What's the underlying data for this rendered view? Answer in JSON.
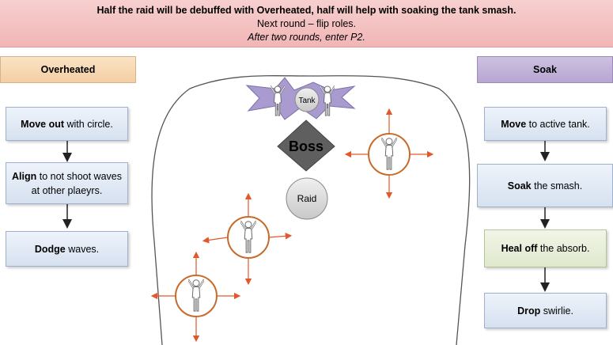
{
  "banner": {
    "line1": "Half the raid will be debuffed with Overheated, half will help with soaking the tank smash.",
    "line2": "Next round – flip roles.",
    "line3": "After two rounds, enter P2."
  },
  "left": {
    "header": "Overheated",
    "steps": [
      {
        "bold": "Move out",
        "rest": " with circle."
      },
      {
        "bold": "Align",
        "rest": " to not shoot waves at other plaeyrs."
      },
      {
        "bold": "Dodge",
        "rest": " waves."
      }
    ]
  },
  "right": {
    "header": "Soak",
    "steps": [
      {
        "bold": "Move",
        "rest": " to active tank."
      },
      {
        "bold": "Soak",
        "rest": " the smash."
      },
      {
        "bold": "Heal off",
        "rest": " the absorb."
      },
      {
        "bold": "Drop",
        "rest": " swirlie."
      }
    ]
  },
  "arena": {
    "tank_label": "Tank",
    "boss_label": "Boss",
    "raid_label": "Raid"
  },
  "colors": {
    "arrow_orange": "#e2572b",
    "circle_orange": "#c86a2a",
    "boss_diamond": "#5f5f5f",
    "tank_star": "#a99bd0"
  }
}
